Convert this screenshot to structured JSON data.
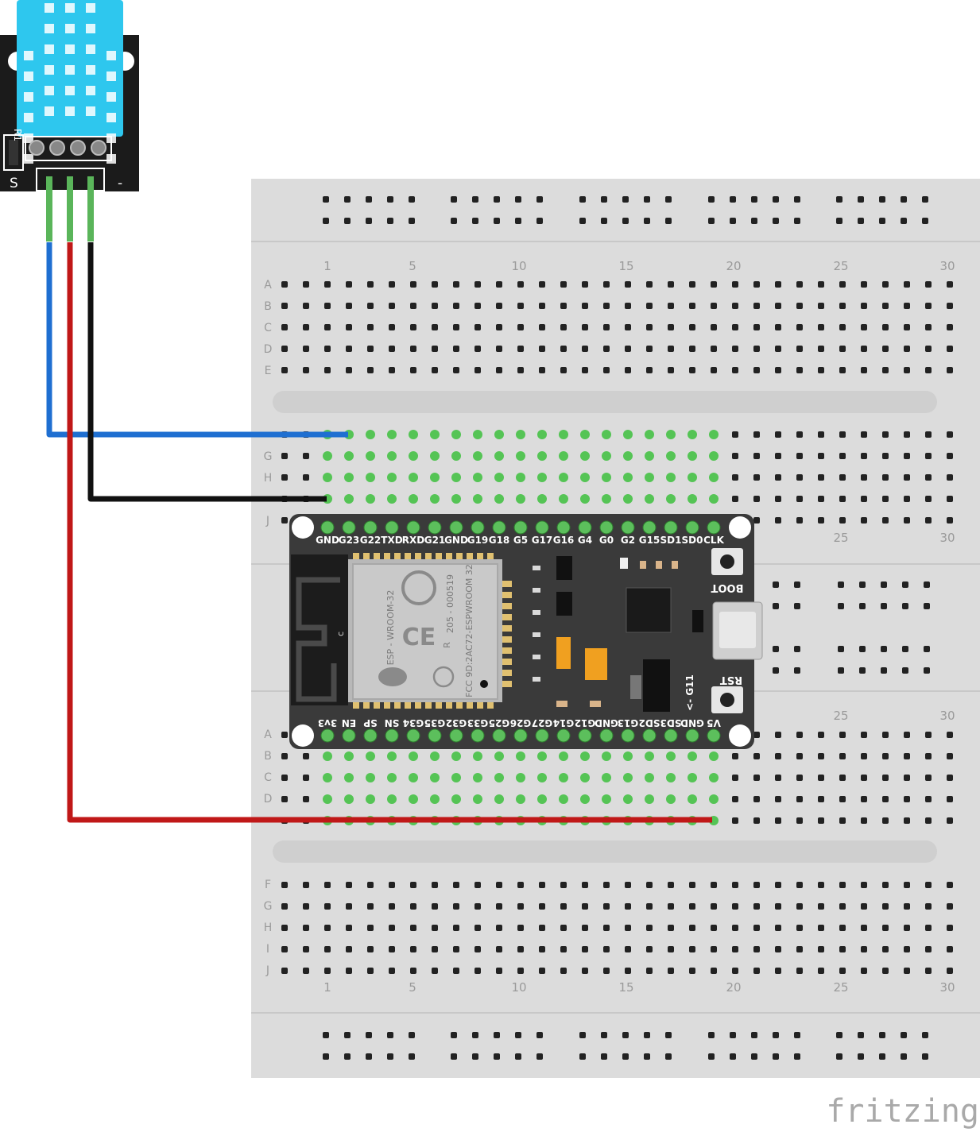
{
  "breadboard": {
    "columns_top": [
      "1",
      "5",
      "10",
      "15",
      "20",
      "25",
      "30"
    ],
    "columns_bottom": [
      "1",
      "5",
      "10",
      "15",
      "20",
      "25",
      "30"
    ],
    "rows_upper": [
      "A",
      "B",
      "C",
      "D",
      "E"
    ],
    "rows_mid": [
      "G",
      "H",
      "J"
    ],
    "rows_lower_a": [
      "A",
      "B",
      "C",
      "D"
    ],
    "rows_lower": [
      "F",
      "G",
      "H",
      "I",
      "J"
    ],
    "partial_numbers": [
      "25",
      "30",
      "25",
      "30"
    ]
  },
  "sensor": {
    "labels": [
      "R1",
      "S",
      "-"
    ]
  },
  "esp32": {
    "top_pins": [
      "GND",
      "G23",
      "G22",
      "TXD",
      "RXD",
      "G21",
      "GND",
      "G19",
      "G18",
      "G5",
      "G17",
      "G16",
      "G4",
      "G0",
      "G2",
      "G15",
      "SD1",
      "SD0",
      "CLK"
    ],
    "bottom_pins": [
      "3v3",
      "EN",
      "SP",
      "SN",
      "G34",
      "G35",
      "G32",
      "G33",
      "G25",
      "G26",
      "G27",
      "G14",
      "G12",
      "GND",
      "G13",
      "SD2",
      "SD3",
      "GND",
      "V5"
    ],
    "module_text": [
      "ESP - WROOM-32",
      "205 - 000519",
      "R",
      "FCC 9D:2AC72-ESPWROOM 32",
      "C"
    ],
    "buttons": [
      "BOOT",
      "RST"
    ],
    "arrow_label": "<- G11"
  },
  "wires": [
    {
      "name": "data",
      "color": "#1f6fd1"
    },
    {
      "name": "vcc",
      "color": "#c01818"
    },
    {
      "name": "gnd",
      "color": "#111111"
    }
  ],
  "logo": "fritzing"
}
